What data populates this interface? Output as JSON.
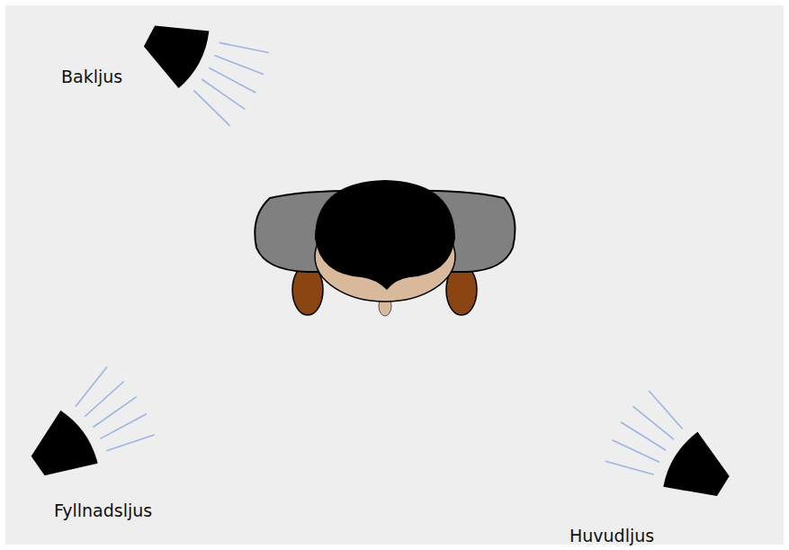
{
  "diagram": {
    "labels": [
      "Bakljus",
      "Fyllnadsljus",
      "Huvudljus"
    ]
  }
}
